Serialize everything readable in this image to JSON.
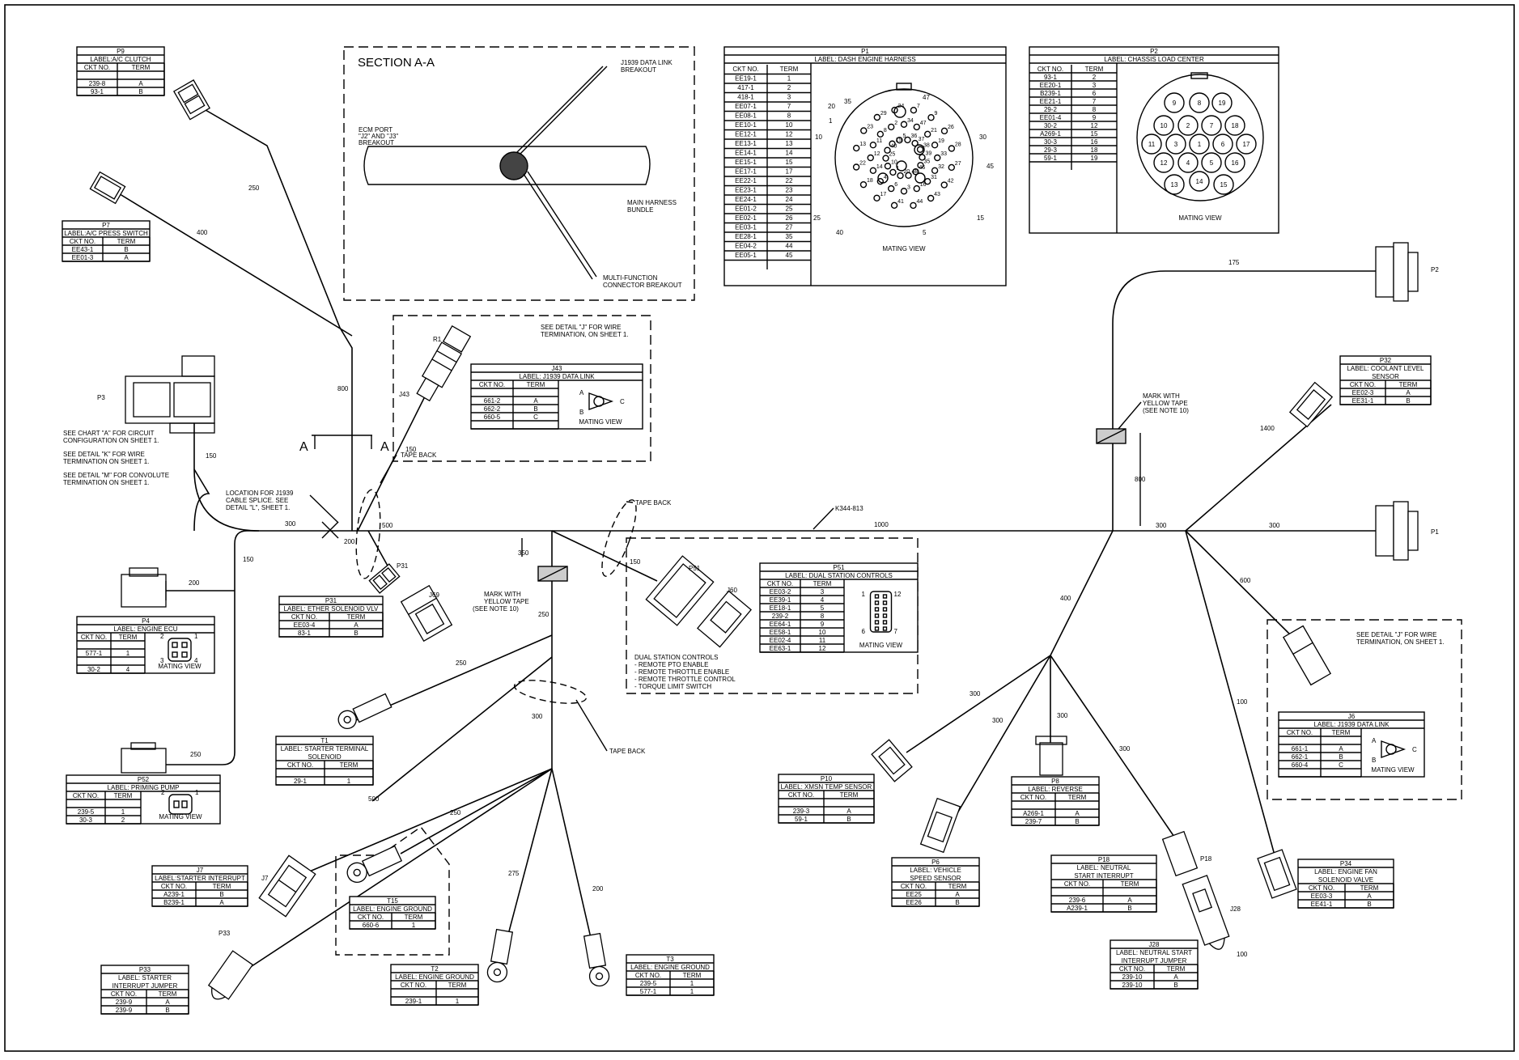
{
  "section": {
    "title": "SECTION A-A",
    "j1939_label": [
      "J1939 DATA LINK",
      "BREAKOUT"
    ],
    "ecm_label": [
      "ECM PORT",
      "\"J2\" AND \"J3\"",
      "BREAKOUT"
    ],
    "main_label": [
      "MAIN HARNESS",
      "BUNDLE"
    ],
    "multi_label": [
      "MULTI-FUNCTION",
      "CONNECTOR BREAKOUT"
    ]
  },
  "p1": {
    "title": "P1",
    "label": "LABEL: DASH ENGINE HARNESS",
    "headers": [
      "CKT NO.",
      "TERM"
    ],
    "rows": [
      [
        "EE19-1",
        "1"
      ],
      [
        "417-1",
        "2"
      ],
      [
        "418-1",
        "3"
      ],
      [
        "EE07-1",
        "7"
      ],
      [
        "EE08-1",
        "8"
      ],
      [
        "EE10-1",
        "10"
      ],
      [
        "EE12-1",
        "12"
      ],
      [
        "EE13-1",
        "13"
      ],
      [
        "EE14-1",
        "14"
      ],
      [
        "EE15-1",
        "15"
      ],
      [
        "EE17-1",
        "17"
      ],
      [
        "EE22-1",
        "22"
      ],
      [
        "EE23-1",
        "23"
      ],
      [
        "EE24-1",
        "24"
      ],
      [
        "EE01-2",
        "25"
      ],
      [
        "EE02-1",
        "26"
      ],
      [
        "EE03-1",
        "27"
      ],
      [
        "EE28-1",
        "35"
      ],
      [
        "EE04-2",
        "44"
      ],
      [
        "EE05-1",
        "45"
      ]
    ],
    "mating_view": "MATING VIEW",
    "pin_callouts": [
      "35",
      "47",
      "20",
      "1",
      "10",
      "30",
      "45",
      "25",
      "40",
      "5",
      "15"
    ],
    "inner_pins": [
      "34",
      "47",
      "21",
      "19",
      "33",
      "32",
      "31",
      "16",
      "3",
      "6",
      "4",
      "14",
      "12",
      "11",
      "8",
      "2",
      "7",
      "9",
      "26",
      "28",
      "27",
      "42",
      "43",
      "44",
      "41",
      "17",
      "18",
      "22",
      "13",
      "23",
      "29",
      "24",
      "36",
      "37",
      "38",
      "39",
      "35",
      "46",
      "48",
      "20",
      "1",
      "10",
      "25",
      "40",
      "15",
      "5"
    ]
  },
  "p2": {
    "title": "P2",
    "label": "LABEL: CHASSIS LOAD CENTER",
    "headers": [
      "CKT NO.",
      "TERM"
    ],
    "rows": [
      [
        "93-1",
        "2"
      ],
      [
        "EE20-1",
        "3"
      ],
      [
        "B239-1",
        "6"
      ],
      [
        "EE21-1",
        "7"
      ],
      [
        "29-2",
        "8"
      ],
      [
        "EE01-4",
        "9"
      ],
      [
        "30-2",
        "12"
      ],
      [
        "A269-1",
        "15"
      ],
      [
        "30-3",
        "16"
      ],
      [
        "29-3",
        "18"
      ],
      [
        "59-1",
        "19"
      ]
    ],
    "mating_view": "MATING VIEW",
    "pins": [
      "9",
      "8",
      "19",
      "10",
      "2",
      "7",
      "18",
      "11",
      "3",
      "1",
      "6",
      "17",
      "12",
      "4",
      "5",
      "16",
      "13",
      "14",
      "15"
    ]
  },
  "p9": {
    "title": "P9",
    "label": "LABEL:A/C CLUTCH",
    "headers": [
      "CKT NO.",
      "TERM"
    ],
    "rows": [
      [
        "",
        ""
      ],
      [
        "239-8",
        "A"
      ],
      [
        "93-1",
        "B"
      ]
    ]
  },
  "p7": {
    "title": "P7",
    "label": "LABEL:A/C PRESS SWITCH",
    "headers": [
      "CKT NO.",
      "TERM"
    ],
    "rows": [
      [
        "EE43-1",
        "B"
      ],
      [
        "EE01-3",
        "A"
      ]
    ]
  },
  "p3": {
    "title": "P3",
    "notes": [
      "SEE CHART \"A\" FOR CIRCUIT",
      "CONFIGURATION ON SHEET 1.",
      "SEE DETAIL \"K\" FOR WIRE",
      "TERMINATION ON SHEET 1.",
      "SEE DETAIL \"M\" FOR CONVOLUTE",
      "TERMINATION ON SHEET 1."
    ]
  },
  "j43": {
    "title": "J43",
    "label": "LABEL: J1939 DATA LINK",
    "headers": [
      "CKT NO.",
      "TERM"
    ],
    "rows": [
      [
        "",
        ""
      ],
      [
        "661-2",
        "A"
      ],
      [
        "662-2",
        "B"
      ],
      [
        "660-5",
        "C"
      ],
      [
        "",
        ""
      ]
    ],
    "mating_view": "MATING VIEW",
    "note": [
      "SEE DETAIL \"J\" FOR WIRE",
      "TERMINATION, ON SHEET 1."
    ],
    "pins": [
      "A",
      "B",
      "C"
    ]
  },
  "p4": {
    "title": "P4",
    "label": "LABEL: ENGINE ECU",
    "headers": [
      "CKT NO.",
      "TERM"
    ],
    "rows": [
      [
        "",
        ""
      ],
      [
        "577-1",
        "1"
      ],
      [
        "",
        ""
      ],
      [
        "30-2",
        "4"
      ]
    ],
    "mating_view": "MATING VIEW",
    "pins": [
      "1",
      "2",
      "3",
      "4"
    ]
  },
  "p31": {
    "title": "P31",
    "label": "LABEL: ETHER SOLENOID VLV",
    "headers": [
      "CKT NO.",
      "TERM"
    ],
    "rows": [
      [
        "EE03-4",
        "A"
      ],
      [
        "83-1",
        "B"
      ]
    ]
  },
  "p51": {
    "title": "P51",
    "label": "LABEL: DUAL STATION CONTROLS",
    "headers": [
      "CKT NO.",
      "TERM"
    ],
    "rows": [
      [
        "EE03-2",
        "3"
      ],
      [
        "EE39-1",
        "4"
      ],
      [
        "EE18-1",
        "5"
      ],
      [
        "239-2",
        "8"
      ],
      [
        "EE64-1",
        "9"
      ],
      [
        "EE58-1",
        "10"
      ],
      [
        "EE02-4",
        "11"
      ],
      [
        "EE63-1",
        "12"
      ]
    ],
    "mating_view": "MATING VIEW",
    "pins": [
      "1",
      "12",
      "6",
      "7"
    ],
    "notes": [
      "DUAL STATION CONTROLS",
      "- REMOTE PTO ENABLE",
      "- REMOTE THROTTLE ENABLE",
      "- REMOTE THROTTLE CONTROL",
      "- TORQUE LIMIT SWITCH"
    ]
  },
  "p32": {
    "title": "P32",
    "label": [
      "LABEL: COOLANT LEVEL",
      "SENSOR"
    ],
    "headers": [
      "CKT NO.",
      "TERM"
    ],
    "rows": [
      [
        "EE02-3",
        "A"
      ],
      [
        "EE31-1",
        "B"
      ]
    ]
  },
  "t1": {
    "title": "T1",
    "label": [
      "LABEL: STARTER TERMINAL",
      "SOLENOID"
    ],
    "headers": [
      "CKT NO.",
      "TERM"
    ],
    "rows": [
      [
        "",
        ""
      ],
      [
        "29-1",
        "1"
      ]
    ]
  },
  "p52": {
    "title": "P52",
    "label": "LABEL: PRIMING PUMP",
    "headers": [
      "CKT NO.",
      "TERM"
    ],
    "rows": [
      [
        "",
        ""
      ],
      [
        "239-5",
        "1"
      ],
      [
        "30-3",
        "2"
      ]
    ],
    "mating_view": "MATING VIEW",
    "pins": [
      "2",
      "1"
    ]
  },
  "j7": {
    "title": "J7",
    "label": "LABEL:STARTER INTERRUPT",
    "headers": [
      "CKT NO.",
      "TERM"
    ],
    "rows": [
      [
        "A239-1",
        "B"
      ],
      [
        "B239-1",
        "A"
      ]
    ]
  },
  "t15": {
    "title": "T15",
    "label": "LABEL: ENGINE GROUND",
    "headers": [
      "CKT NO.",
      "TERM"
    ],
    "rows": [
      [
        "660-6",
        "1"
      ]
    ]
  },
  "p33": {
    "title": "P33",
    "label": [
      "LABEL: STARTER",
      "INTERRUPT JUMPER"
    ],
    "headers": [
      "CKT NO.",
      "TERM"
    ],
    "rows": [
      [
        "239-9",
        "A"
      ],
      [
        "239-9",
        "B"
      ]
    ]
  },
  "t2": {
    "title": "T2",
    "label": "LABEL: ENGINE GROUND",
    "headers": [
      "CKT NO.",
      "TERM"
    ],
    "rows": [
      [
        "",
        ""
      ],
      [
        "239-1",
        "1"
      ]
    ]
  },
  "t3": {
    "title": "T3",
    "label": "LABEL: ENGINE GROUND",
    "headers": [
      "CKT NO.",
      "TERM"
    ],
    "rows": [
      [
        "239-5",
        "1"
      ],
      [
        "577-1",
        "1"
      ]
    ]
  },
  "p10": {
    "title": "P10",
    "label": "LABEL: XMSN TEMP SENSOR",
    "headers": [
      "CKT NO.",
      "TERM"
    ],
    "rows": [
      [
        "",
        ""
      ],
      [
        "239-3",
        "A"
      ],
      [
        "59-1",
        "B"
      ]
    ]
  },
  "p6": {
    "title": "P6",
    "label": [
      "LABEL: VEHICLE",
      "SPEED SENSOR"
    ],
    "headers": [
      "CKT NO.",
      "TERM"
    ],
    "rows": [
      [
        "EE25",
        "A"
      ],
      [
        "EE26",
        "B"
      ]
    ]
  },
  "p8": {
    "title": "P8",
    "label": "LABEL: REVERSE",
    "headers": [
      "CKT NO.",
      "TERM"
    ],
    "rows": [
      [
        "",
        ""
      ],
      [
        "A269-1",
        "A"
      ],
      [
        "239-7",
        "B"
      ]
    ]
  },
  "p18": {
    "title": "P18",
    "label": [
      "LABEL: NEUTRAL",
      "START INTERRUPT"
    ],
    "headers": [
      "CKT NO.",
      "TERM"
    ],
    "rows": [
      [
        "",
        ""
      ],
      [
        "239-6",
        "A"
      ],
      [
        "A239-1",
        "B"
      ]
    ]
  },
  "j28": {
    "title": "J28",
    "label": [
      "LABEL: NEUTRAL START",
      "INTERRUPT JUMPER"
    ],
    "headers": [
      "CKT NO.",
      "TERM"
    ],
    "rows": [
      [
        "239-10",
        "A"
      ],
      [
        "239-10",
        "B"
      ]
    ]
  },
  "p34": {
    "title": "P34",
    "label": [
      "LABEL: ENGINE FAN",
      "SOLENOID VALVE"
    ],
    "headers": [
      "CKT NO.",
      "TERM"
    ],
    "rows": [
      [
        "EE03-3",
        "A"
      ],
      [
        "EE41-1",
        "B"
      ]
    ]
  },
  "j6": {
    "title": "J6",
    "label": "LABEL: J1939 DATA LINK",
    "headers": [
      "CKT NO.",
      "TERM"
    ],
    "rows": [
      [
        "",
        ""
      ],
      [
        "661-1",
        "A"
      ],
      [
        "662-1",
        "B"
      ],
      [
        "660-4",
        "C"
      ],
      [
        "",
        ""
      ]
    ],
    "mating_view": "MATING VIEW",
    "note": [
      "SEE DETAIL \"J\" FOR WIRE",
      "TERMINATION, ON SHEET 1."
    ],
    "pins": [
      "A",
      "B",
      "C"
    ]
  },
  "callouts": {
    "j1939_splice": [
      "LOCATION FOR J1939",
      "CABLE SPLICE.  SEE",
      "DETAIL \"L\", SHEET 1."
    ],
    "tape_back": "TAPE BACK",
    "yellow_tape": [
      "MARK WITH",
      "YELLOW TAPE",
      "(SEE NOTE 10)"
    ],
    "part_number": "K344-813",
    "section_marker": "A",
    "connector_names": [
      "R1",
      "J43",
      "J69",
      "P31",
      "P51",
      "J60",
      "P2",
      "P1",
      "P18",
      "J28",
      "J7",
      "P33",
      "P3"
    ]
  },
  "dims": [
    "250",
    "400",
    "800",
    "150",
    "300",
    "500",
    "200",
    "150",
    "150",
    "200",
    "250",
    "350",
    "250",
    "500",
    "250",
    "300",
    "250",
    "275",
    "200",
    "150",
    "1000",
    "175",
    "800",
    "300",
    "300",
    "1400",
    "600",
    "400",
    "300",
    "300",
    "300",
    "300",
    "100",
    "100"
  ]
}
